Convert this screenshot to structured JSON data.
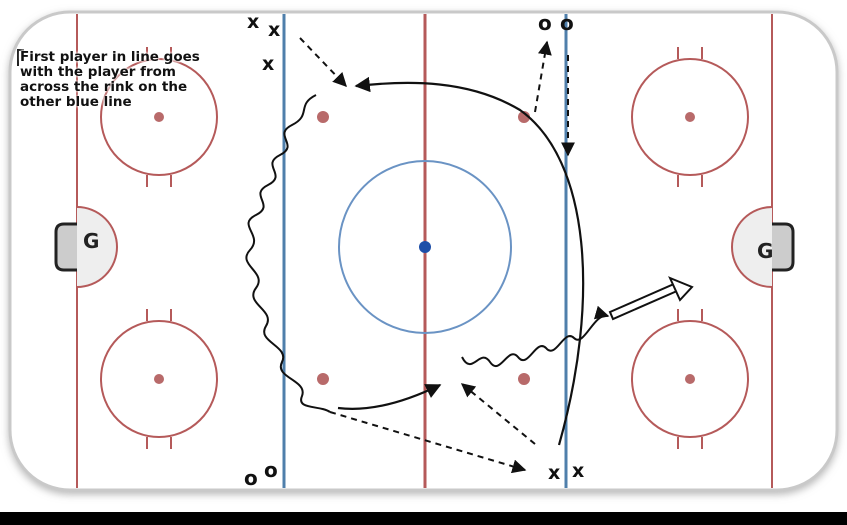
{
  "note": {
    "text": "First player in line goes\nwith the player from\nacross the rink on the\nother blue line"
  },
  "goalies": [
    {
      "label": "G"
    },
    {
      "label": "G"
    }
  ],
  "players": {
    "x_symbol": "x",
    "o_symbol": "o"
  },
  "colors": {
    "boards": "#c9c9c9",
    "red_line": "#b55a5a",
    "blue_line": "#4f7fab",
    "center_circle": "#6a93c4",
    "center_dot": "#1e4fa8",
    "faceoff_dot": "#b86a6a",
    "crease_fill": "#eeeeee",
    "path": "#111111",
    "bottom_bar": "#000000"
  }
}
